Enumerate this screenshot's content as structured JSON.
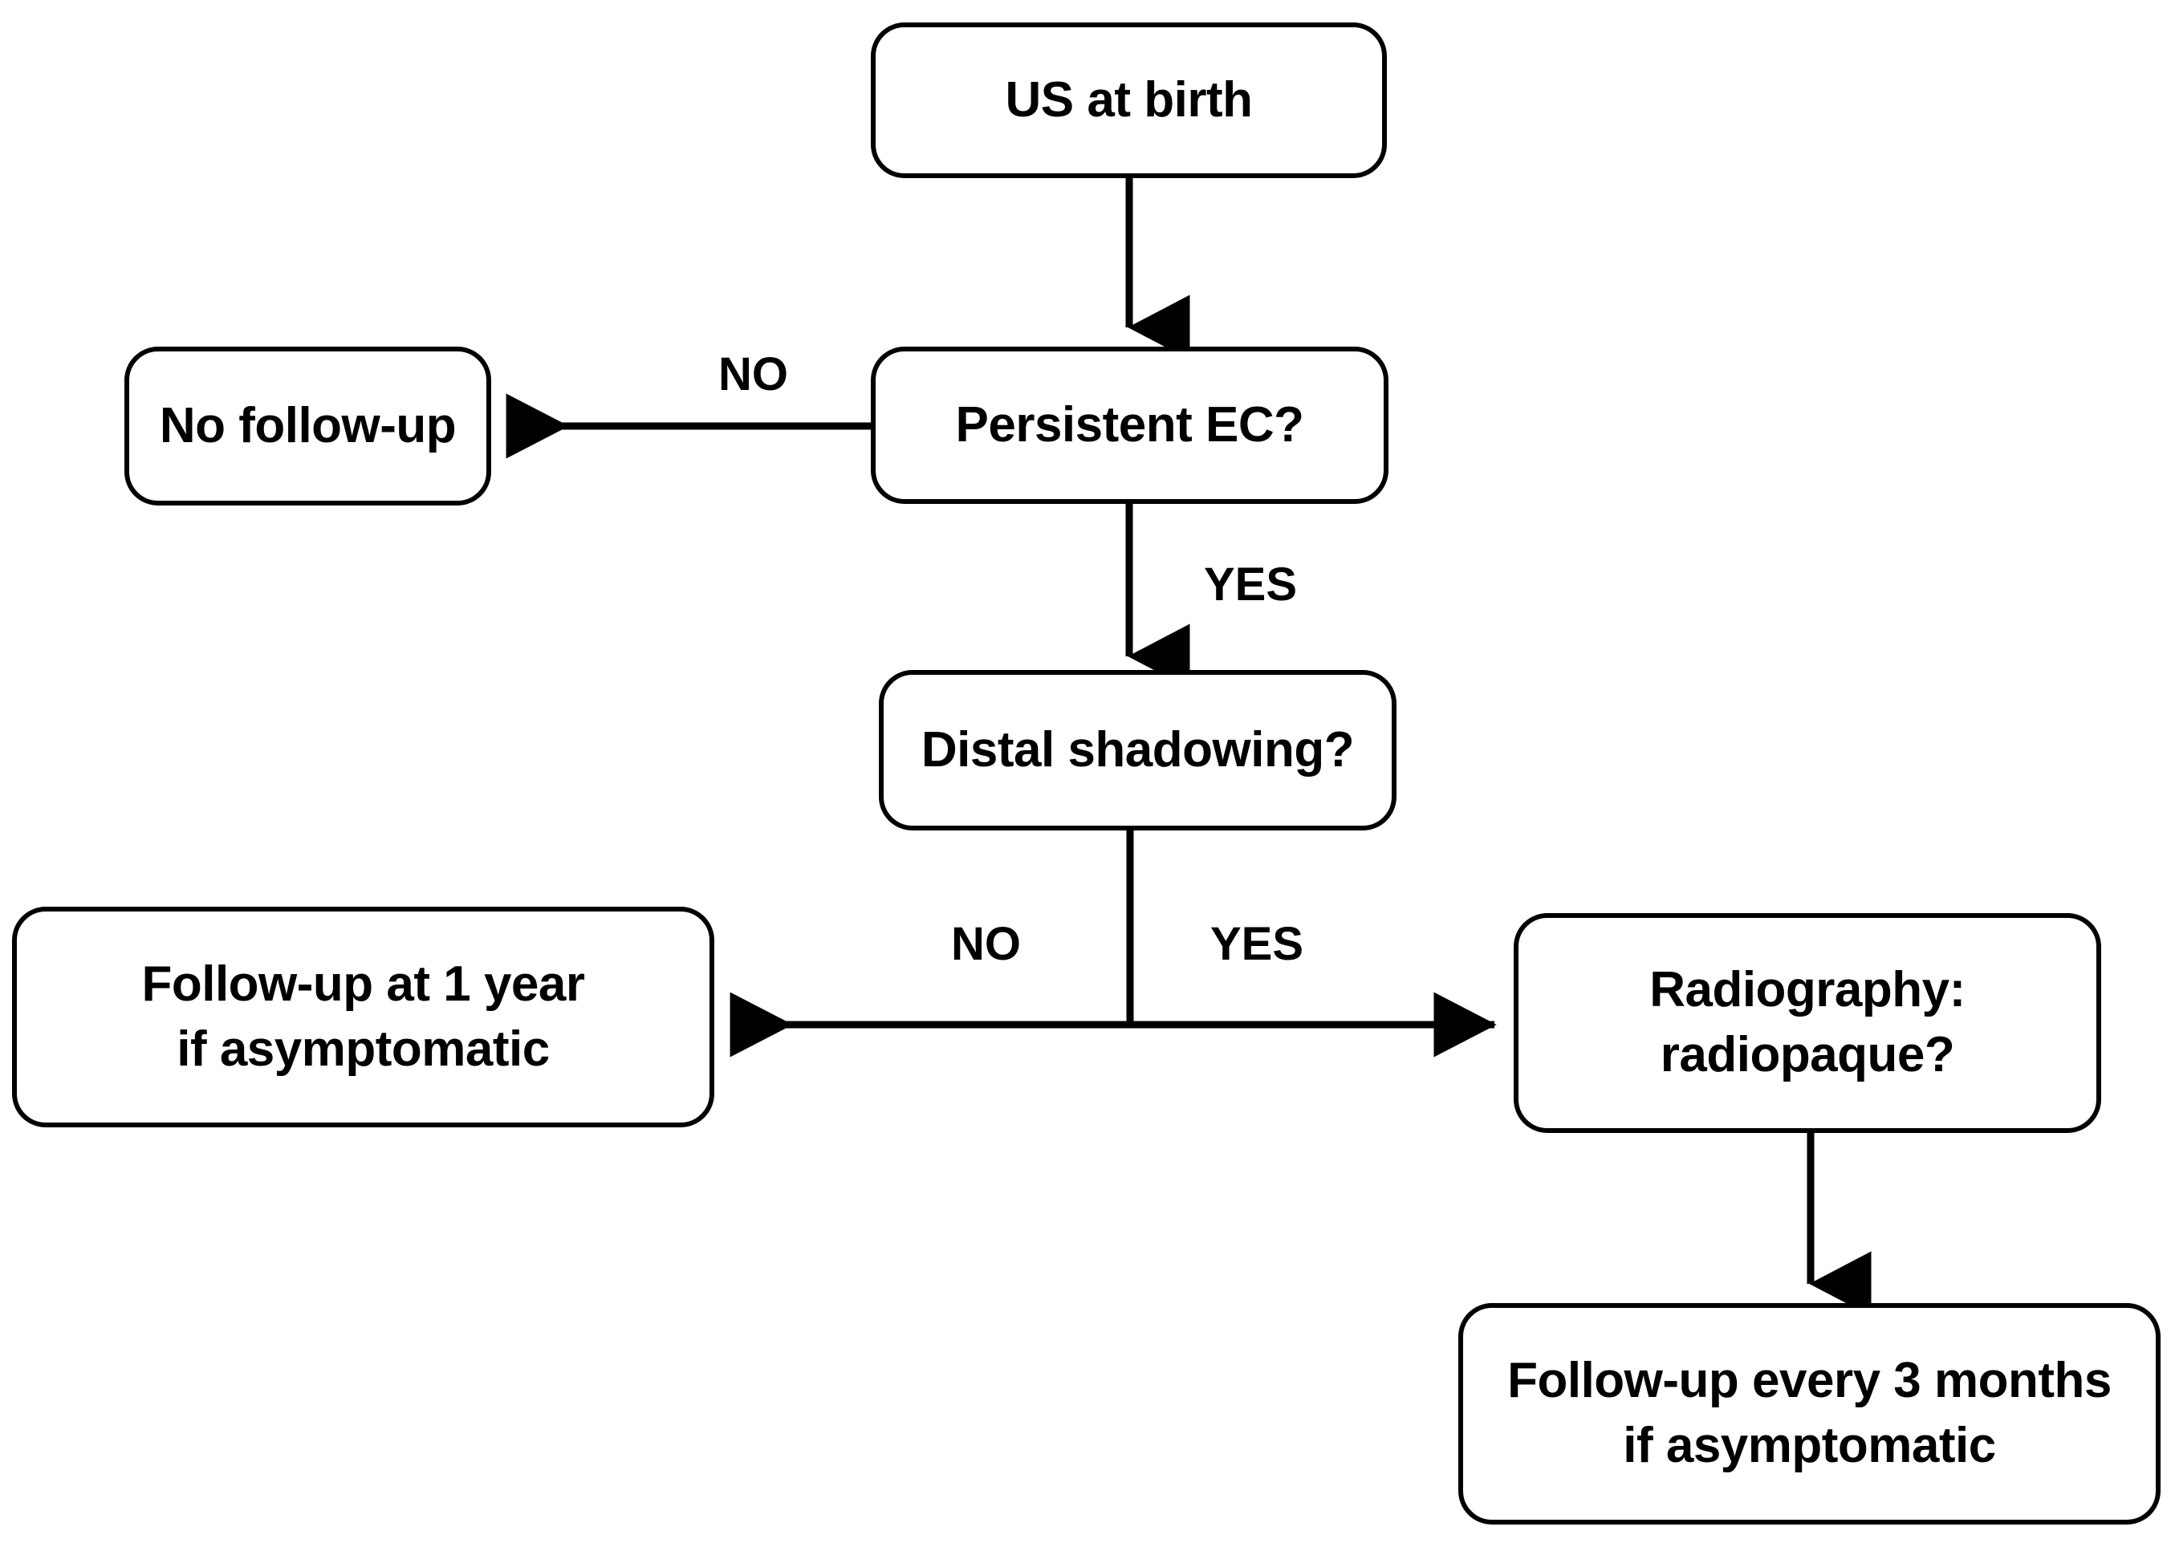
{
  "diagram": {
    "type": "flowchart",
    "title": "",
    "orientation": "top-down",
    "nodes": [
      {
        "id": "us-at-birth",
        "label": "US at birth",
        "shape": "rounded-rectangle"
      },
      {
        "id": "no-follow-up",
        "label": "No follow-up",
        "shape": "rounded-rectangle"
      },
      {
        "id": "persistent-ec",
        "label": "Persistent EC?",
        "shape": "rounded-rectangle"
      },
      {
        "id": "distal-shadowing",
        "label": "Distal shadowing?",
        "shape": "rounded-rectangle"
      },
      {
        "id": "follow-up-1-year",
        "label": "Follow-up at 1 year\nif asymptomatic",
        "shape": "rounded-rectangle"
      },
      {
        "id": "radiography",
        "label": "Radiography:\nradiopaque?",
        "shape": "rounded-rectangle"
      },
      {
        "id": "follow-up-3-months",
        "label": "Follow-up every 3 months\nif asymptomatic",
        "shape": "rounded-rectangle"
      }
    ],
    "edges": [
      {
        "from": "us-at-birth",
        "to": "persistent-ec",
        "label": "",
        "direction": "down"
      },
      {
        "from": "persistent-ec",
        "to": "no-follow-up",
        "label": "NO",
        "direction": "left"
      },
      {
        "from": "persistent-ec",
        "to": "distal-shadowing",
        "label": "YES",
        "direction": "down"
      },
      {
        "from": "distal-shadowing",
        "to": "follow-up-1-year",
        "label": "NO",
        "direction": "left"
      },
      {
        "from": "distal-shadowing",
        "to": "radiography",
        "label": "YES",
        "direction": "right"
      },
      {
        "from": "radiography",
        "to": "follow-up-3-months",
        "label": "",
        "direction": "down"
      }
    ],
    "edge_labels": {
      "no_persistent": "NO",
      "yes_persistent": "YES",
      "no_distal": "NO",
      "yes_distal": "YES"
    },
    "colors": {
      "stroke": "#000000",
      "fill": "#FFFFFF",
      "text": "#000000",
      "background": "#FFFFFF"
    }
  }
}
